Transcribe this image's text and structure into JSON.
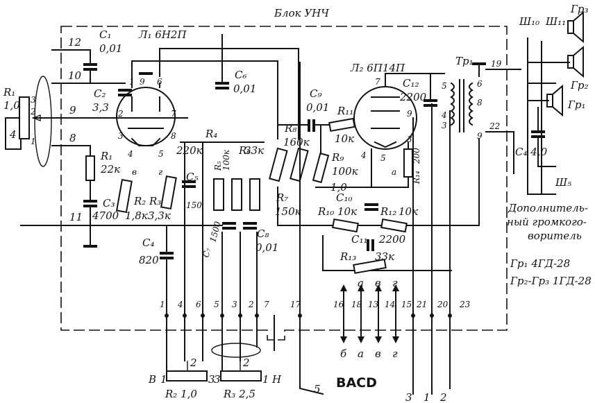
{
  "title": "Блок УНЧ",
  "tube1": "Л₁ 6Н2П",
  "tube2": "Л₂ 6П14П",
  "transformer": "Тр₁",
  "components": {
    "C1": "C₁",
    "C1v": "0,01",
    "C2": "C₂",
    "C2v": "3,3",
    "C3": "C₃",
    "C3v": "4700",
    "C4": "C₄",
    "C4v": "820",
    "C5": "C₅",
    "C5v": "150",
    "C6": "C₆",
    "C6v": "0,01",
    "C7": "C₇",
    "C7v": "1500",
    "C8": "C₈",
    "C8v": "0,01",
    "C9": "C₉",
    "C9v": "0,01",
    "C10": "C₁₀",
    "C10v": "1,0",
    "C11": "C₁₁",
    "C11v": "2200",
    "C12": "C₁₂",
    "C12v": "2200",
    "C4b": "C₄ 4,0",
    "R1a": "R₁",
    "R1av": "1,0",
    "R1b": "R₁",
    "R1bv": "22к",
    "R2": "R₂",
    "R2v": "1,8к",
    "R3": "R₃",
    "R3v": "3,3к",
    "R4": "R₄",
    "R4v": "220к",
    "R5": "R₅",
    "R5v": "100к",
    "R6": "R₆",
    "R6v": "33к",
    "R7": "R₇",
    "R7v": "150к",
    "R8": "R₈",
    "R8v": "160к",
    "R9": "R₉",
    "R9v": "100к",
    "R10": "R₁₀",
    "R10v": "10к",
    "R11": "R₁₁",
    "R11v": "10к",
    "R12": "R₁₂",
    "R12v": "10к",
    "R13": "R₁₃",
    "R13v": "33к",
    "R14": "R₁₄",
    "R14v": "200",
    "R2pot": "R₂ 1,0",
    "R3pot": "R₃ 2,5"
  },
  "sockets": {
    "sh10": "Ш₁₀",
    "sh11": "Ш₁₁",
    "sh5": "Ш₅"
  },
  "speakers": {
    "gr1": "Гр₁",
    "gr2": "Гр₂",
    "gr3": "Гр₃"
  },
  "extra_label": [
    "Дополнитель-",
    "ный громкого-",
    "воритель"
  ],
  "legend": [
    "Гр₁ 4ГД-28",
    "Гр₂-Гр₃ 1ГД-28"
  ],
  "pins_left": [
    "12",
    "10",
    "9",
    "8",
    "11"
  ],
  "pins_bottom": [
    "1",
    "4",
    "6",
    "5",
    "3",
    "2",
    "7",
    "17",
    "16",
    "18",
    "13",
    "14",
    "15",
    "21",
    "20",
    "23"
  ],
  "arrow_letters": [
    "б",
    "а",
    "в",
    "г"
  ],
  "arrow_letters_top": [
    "а",
    "в",
    "г"
  ],
  "bottom_caps": "BACD",
  "misc": {
    "B": "В",
    "H": "Н",
    "n1": "1",
    "n2": "2",
    "n3": "3",
    "n5": "5"
  }
}
